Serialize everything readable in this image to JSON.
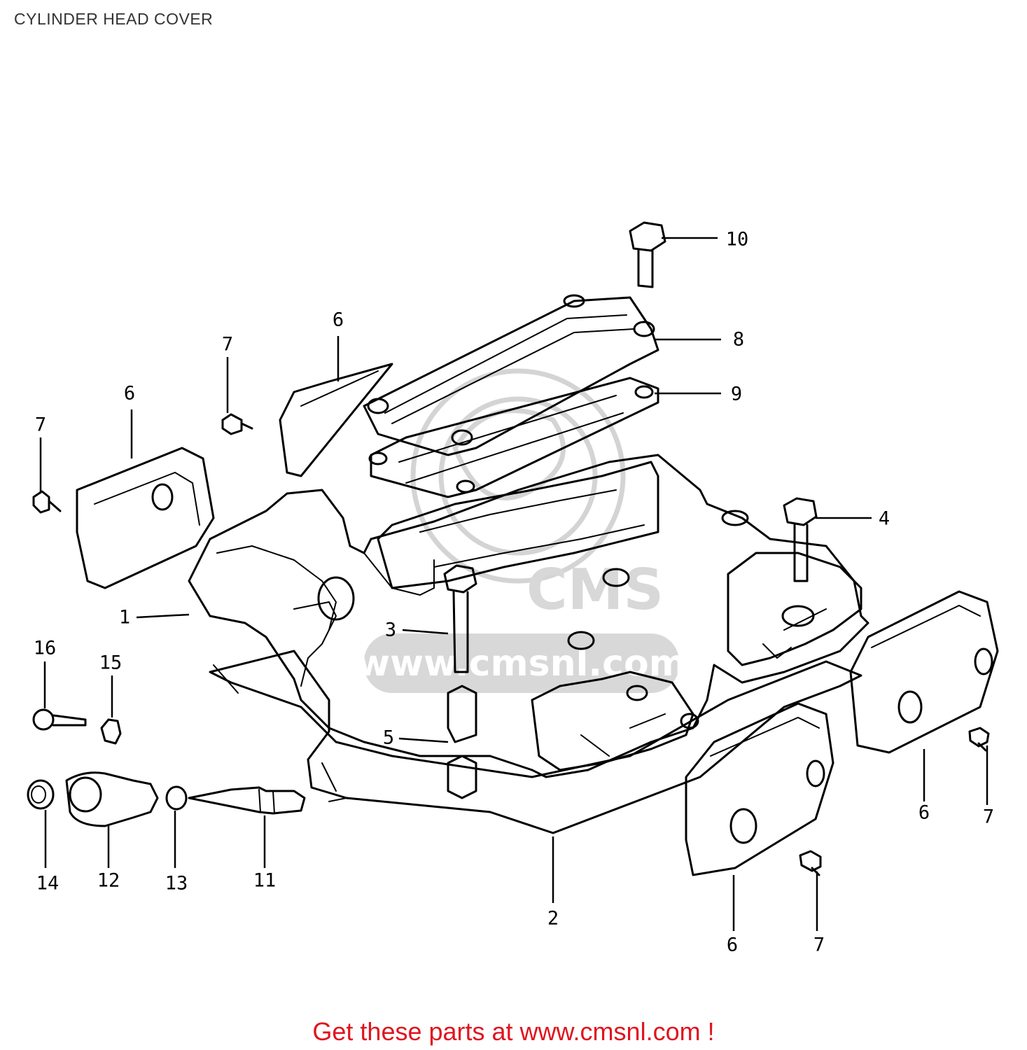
{
  "header": {
    "title": "CYLINDER HEAD COVER"
  },
  "watermark": {
    "text": "www.cmsnl.com",
    "brand": "CMS"
  },
  "callouts": {
    "c1": "1",
    "c2": "2",
    "c3": "3",
    "c4": "4",
    "c5": "5",
    "c6_top": "6",
    "c6_left": "6",
    "c6_right": "6",
    "c6_bottom": "6",
    "c7_top": "7",
    "c7_left": "7",
    "c7_right": "7",
    "c7_bottom": "7",
    "c8": "8",
    "c9": "9",
    "c10": "10",
    "c11": "11",
    "c12": "12",
    "c13": "13",
    "c14": "14",
    "c15": "15",
    "c16": "16"
  },
  "footer": {
    "text": "Get these parts at www.cmsnl.com !"
  },
  "colors": {
    "footer_text": "#e0141e",
    "line_art": "#000000",
    "watermark": "#d4d4d4"
  }
}
